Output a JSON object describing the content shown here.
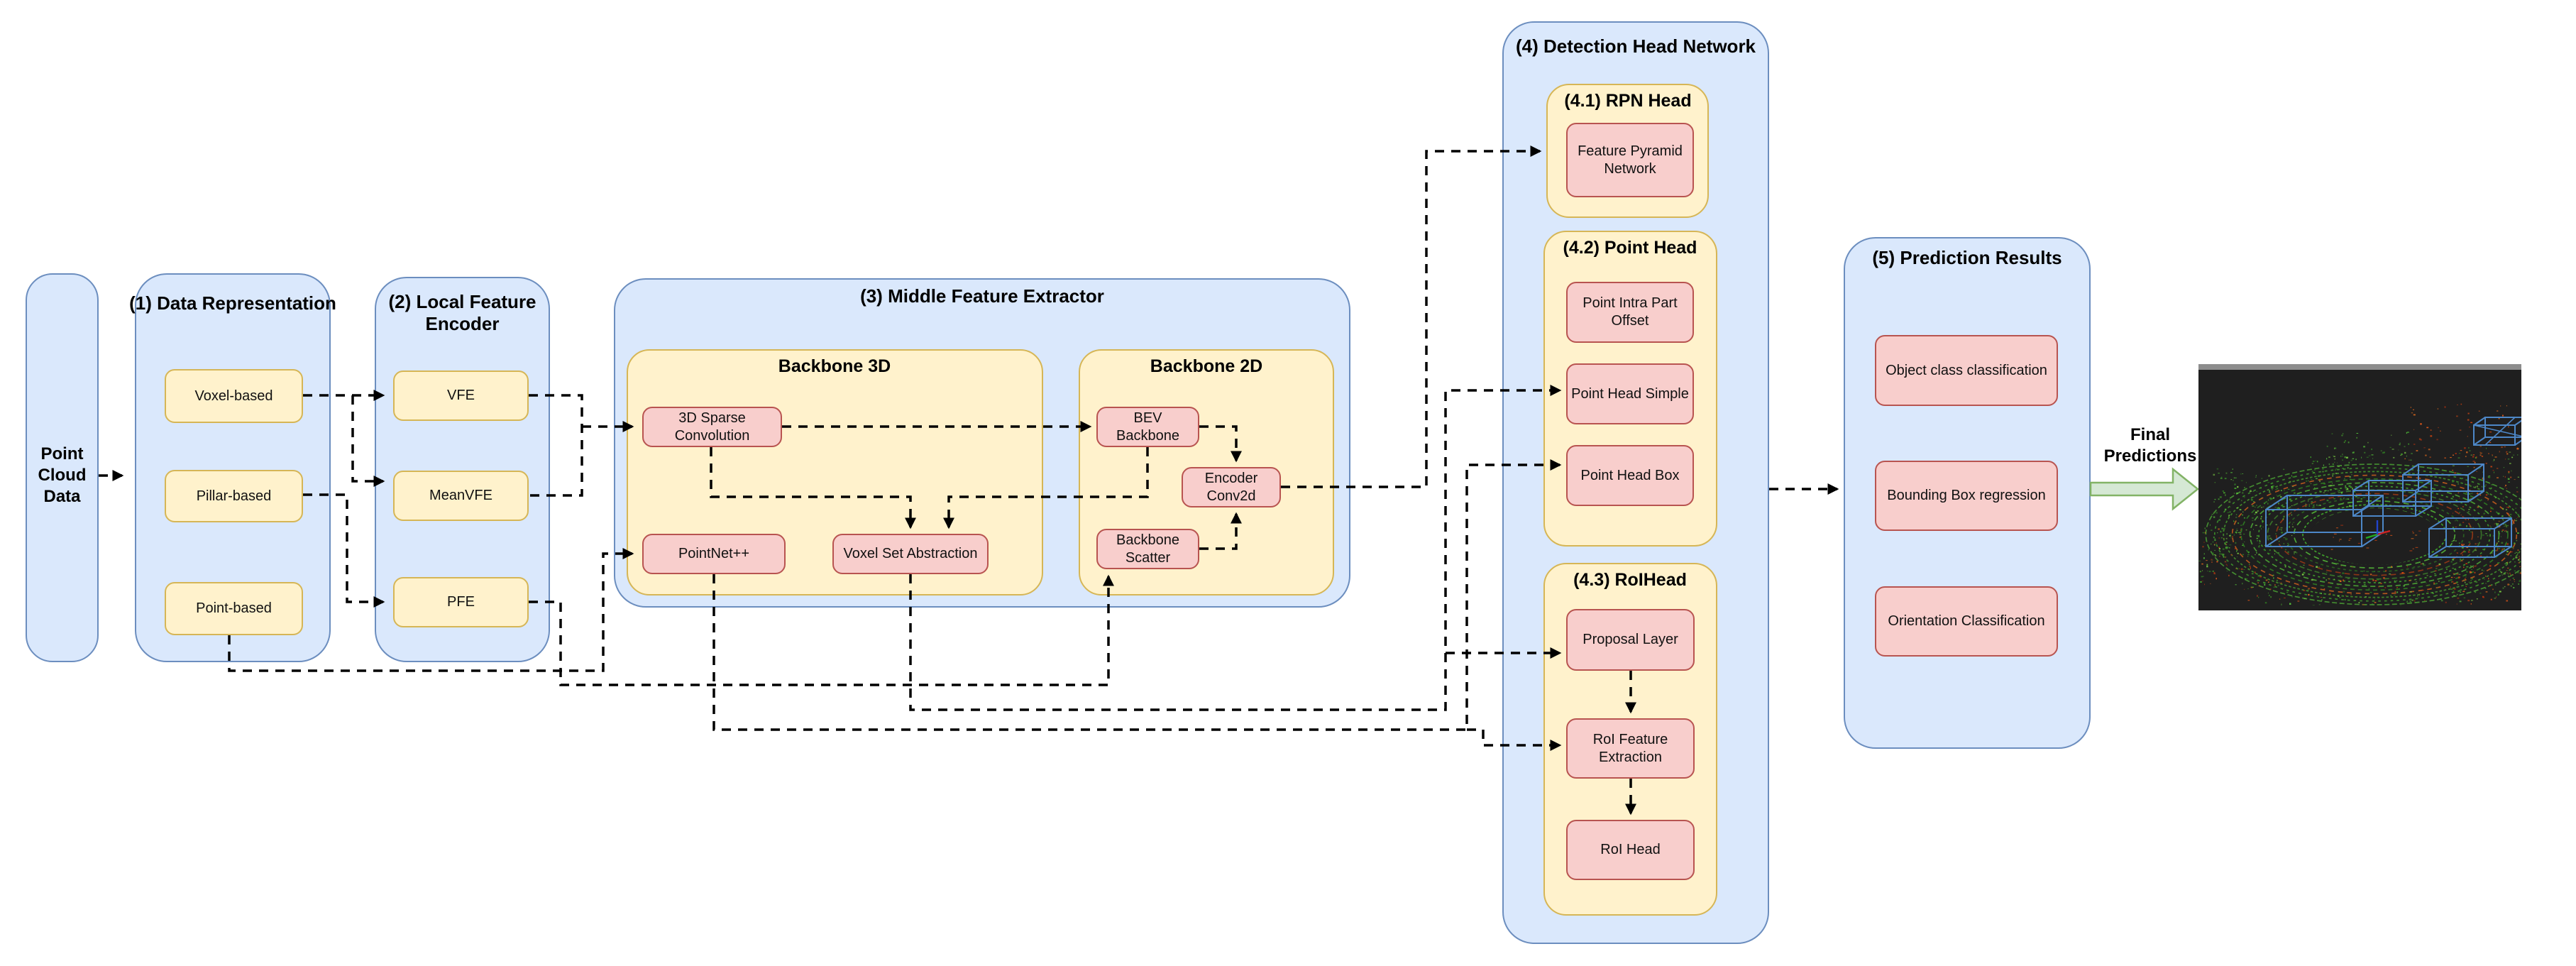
{
  "input": {
    "label": "Point Cloud Data"
  },
  "s1": {
    "title": "(1) Data Representation",
    "boxes": [
      "Voxel-based",
      "Pillar-based",
      "Point-based"
    ]
  },
  "s2": {
    "title": "(2) Local Feature Encoder",
    "boxes": [
      "VFE",
      "MeanVFE",
      "PFE"
    ]
  },
  "s3": {
    "title": "(3) Middle Feature Extractor",
    "backbone3d": {
      "title": "Backbone 3D",
      "boxes": [
        "3D Sparse Convolution",
        "PointNet++",
        "Voxel Set Abstraction"
      ]
    },
    "backbone2d": {
      "title": "Backbone 2D",
      "boxes": [
        "BEV Backbone",
        "Encoder Conv2d",
        "Backbone Scatter"
      ]
    }
  },
  "s4": {
    "title": "(4) Detection Head Network",
    "rpn": {
      "title": "(4.1) RPN Head",
      "boxes": [
        "Feature Pyramid Network"
      ]
    },
    "point": {
      "title": "(4.2) Point Head",
      "boxes": [
        "Point Intra Part Offset",
        "Point Head Simple",
        "Point Head Box"
      ]
    },
    "roi": {
      "title": "(4.3) RoIHead",
      "boxes": [
        "Proposal Layer",
        "RoI Feature Extraction",
        "RoI Head"
      ]
    }
  },
  "s5": {
    "title": "(5) Prediction Results",
    "boxes": [
      "Object class classification",
      "Bounding Box regression",
      "Orientation Classification"
    ]
  },
  "output": {
    "label": "Final Predictions"
  },
  "colors": {
    "stage_fill": "#dae8fc",
    "stage_stroke": "#6c8ebf",
    "group_fill": "#fff2cc",
    "group_stroke": "#d6b656",
    "node_fill": "#f8cecc",
    "node_stroke": "#b85450",
    "final_arrow_fill": "#d5e8d4",
    "final_arrow_stroke": "#82b366",
    "connector": "#000000"
  }
}
